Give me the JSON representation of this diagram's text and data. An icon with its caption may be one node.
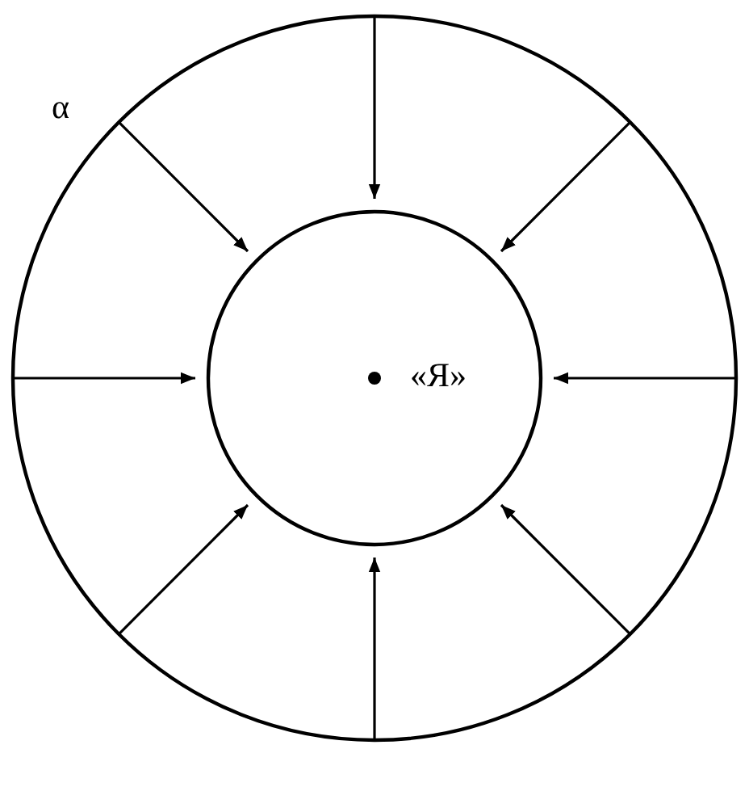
{
  "diagram": {
    "nodes": [
      {
        "text": [
          "α"
        ]
      },
      {
        "text": [
          "«Я»"
        ],
        "in": 0
      }
    ],
    "edges": [
      {
        "from": 0,
        "to": 1,
        "arrow": "to"
      },
      {
        "from": 0,
        "to": 1,
        "arrow": "to"
      },
      {
        "from": 0,
        "to": 1,
        "arrow": "to"
      },
      {
        "from": 0,
        "to": 1,
        "arrow": "to"
      },
      {
        "from": 0,
        "to": 1,
        "arrow": "to"
      },
      {
        "from": 0,
        "to": 1,
        "arrow": "to"
      },
      {
        "from": 0,
        "to": 1,
        "arrow": "to"
      },
      {
        "from": 0,
        "to": 1,
        "arrow": "to"
      }
    ]
  }
}
